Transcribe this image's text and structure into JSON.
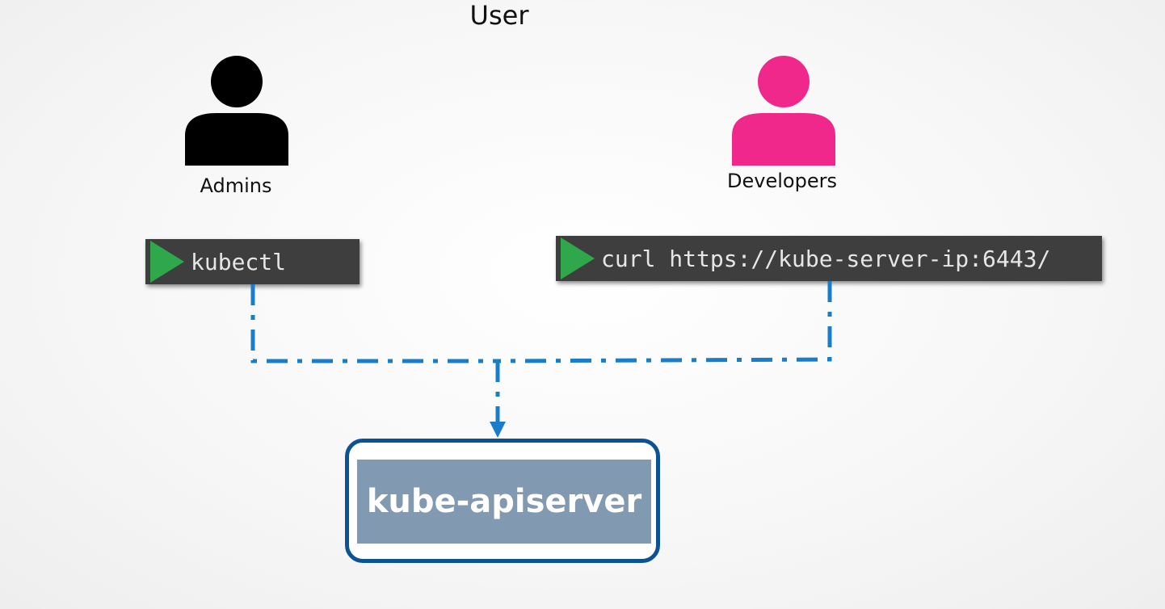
{
  "title": "User",
  "admins": {
    "label": "Admins",
    "icon": "person-icon",
    "color": "#000000"
  },
  "developers": {
    "label": "Developers",
    "icon": "person-icon",
    "color": "#f0288c"
  },
  "admin_terminal": {
    "command": "kubectl",
    "icon": "play-icon",
    "prompt_color": "#2ea84a"
  },
  "developer_terminal": {
    "command": "curl https://kube-server-ip:6443/",
    "icon": "play-icon",
    "prompt_color": "#2ea84a"
  },
  "server": {
    "label": "kube-apiserver",
    "border_color": "#0b5394",
    "fill_color": "#8299b2"
  },
  "connector_color": "#1a7dc9"
}
